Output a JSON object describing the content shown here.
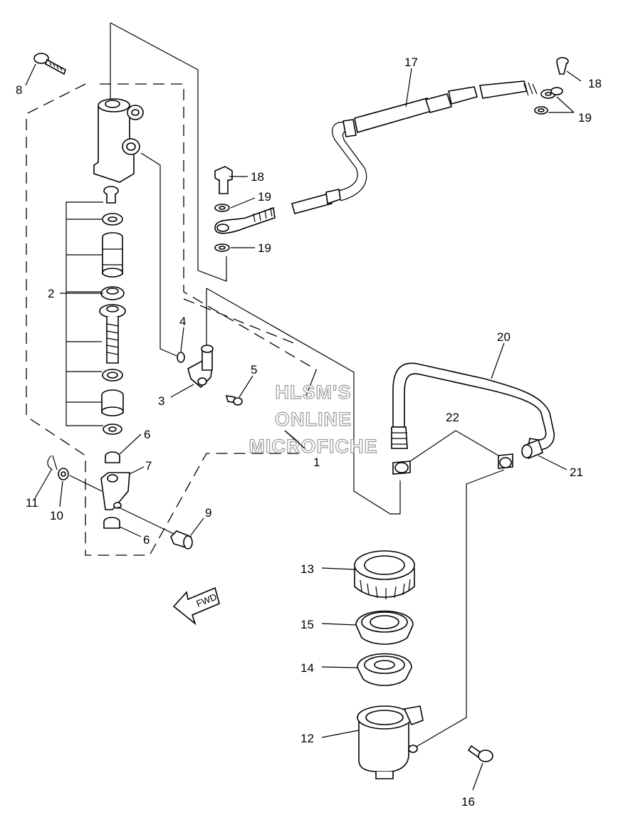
{
  "watermark": [
    "HLSM'S",
    "ONLINE",
    "MICROFICHE"
  ],
  "fwd_label": "FWD",
  "callouts": [
    "1",
    "2",
    "3",
    "4",
    "5",
    "6",
    "6",
    "7",
    "8",
    "9",
    "10",
    "11",
    "12",
    "13",
    "14",
    "15",
    "16",
    "17",
    "18",
    "18",
    "19",
    "19",
    "19",
    "20",
    "21",
    "22"
  ]
}
